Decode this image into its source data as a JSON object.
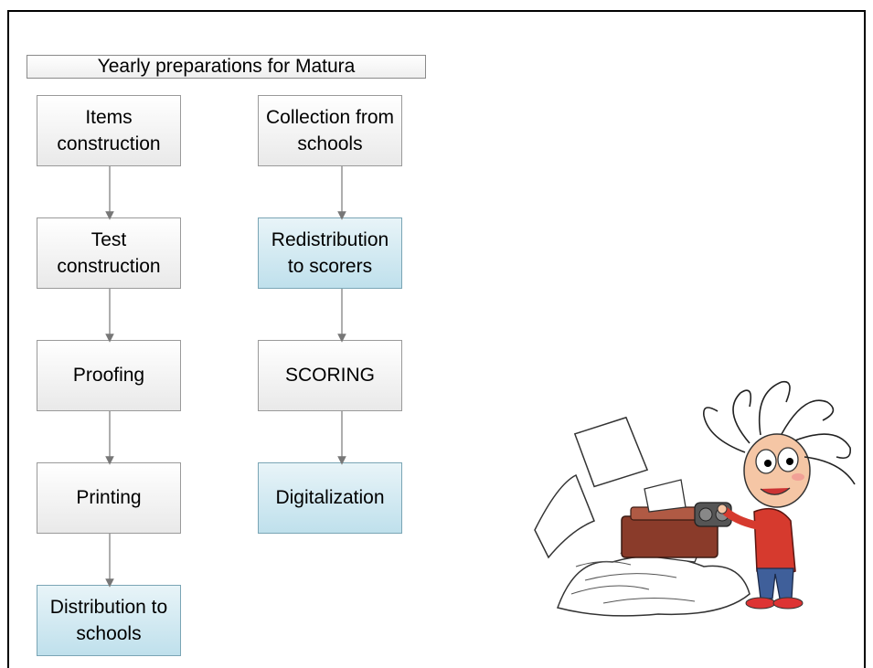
{
  "title": "Yearly preparations for Matura",
  "left_column": [
    {
      "label": "Items\nconstruction",
      "style": "grey"
    },
    {
      "label": "Test\nconstruction",
      "style": "grey"
    },
    {
      "label": "Proofing",
      "style": "grey"
    },
    {
      "label": "Printing",
      "style": "grey"
    },
    {
      "label": "Distribution to\nschools",
      "style": "blue"
    }
  ],
  "right_column": [
    {
      "label": "Collection from\nschools",
      "style": "grey"
    },
    {
      "label": "Redistribution\nto scorers",
      "style": "blue"
    },
    {
      "label": "SCORING",
      "style": "grey"
    },
    {
      "label": "Digitalization",
      "style": "blue"
    }
  ],
  "colors": {
    "grey_box": "#eeeeee",
    "blue_box": "#cde8f1",
    "arrow": "#777777"
  },
  "illustration": "cartoon-kid-at-typewriter-with-papers"
}
